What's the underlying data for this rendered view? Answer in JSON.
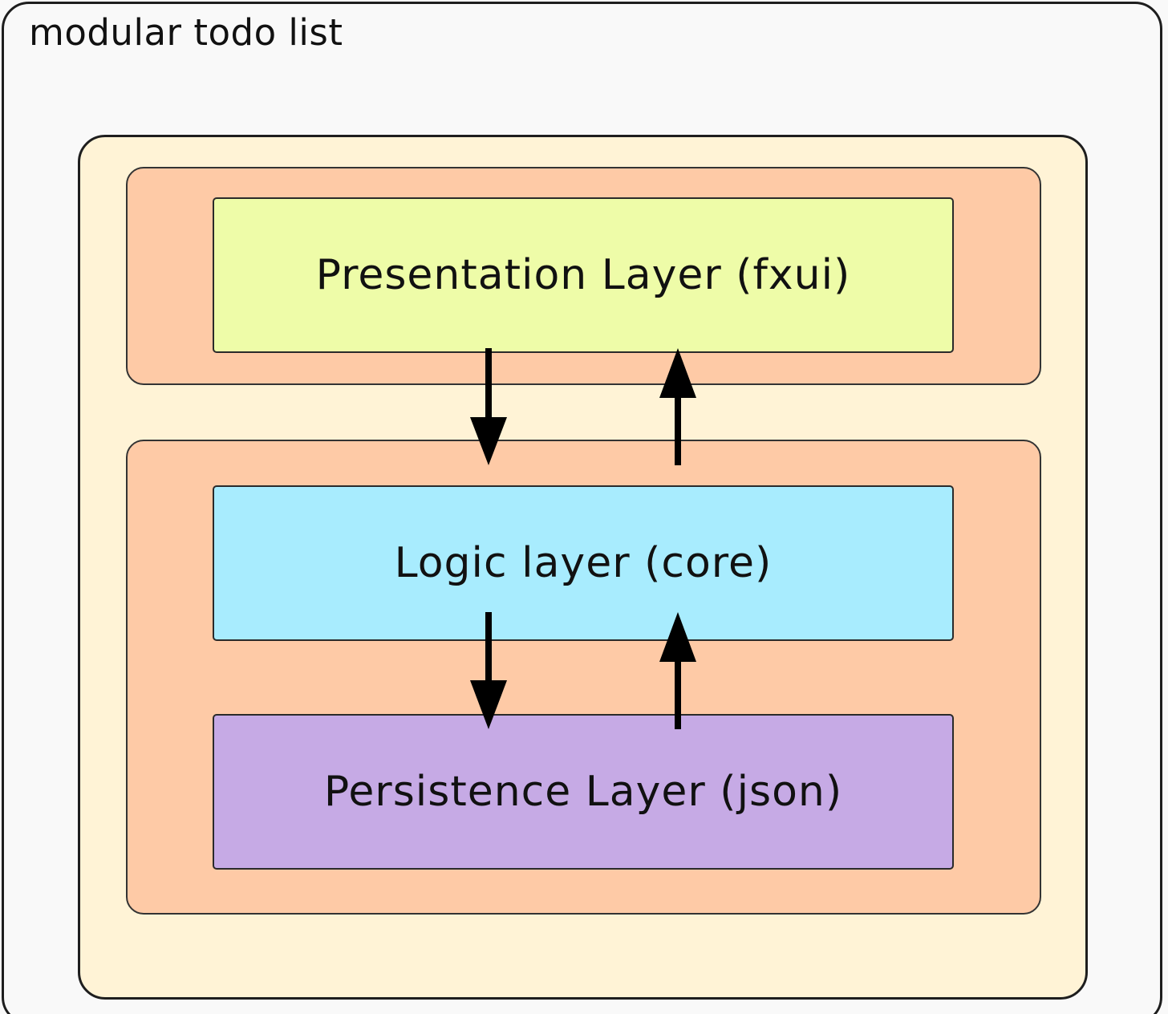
{
  "diagram": {
    "title": "modular todo list",
    "layers": {
      "presentation": "Presentation Layer (fxui)",
      "logic": "Logic layer (core)",
      "persistence": "Persistence Layer (json)"
    },
    "colors": {
      "background": "#f9f9f9",
      "container": "#fff3d6",
      "group": "#fecaa6",
      "presentation": "#eefca8",
      "logic": "#a8ecfe",
      "persistence": "#c6aae5",
      "arrow": "#000000"
    },
    "connections": [
      {
        "from": "presentation",
        "to": "logic"
      },
      {
        "from": "logic",
        "to": "presentation"
      },
      {
        "from": "logic",
        "to": "persistence"
      },
      {
        "from": "persistence",
        "to": "logic"
      }
    ]
  }
}
